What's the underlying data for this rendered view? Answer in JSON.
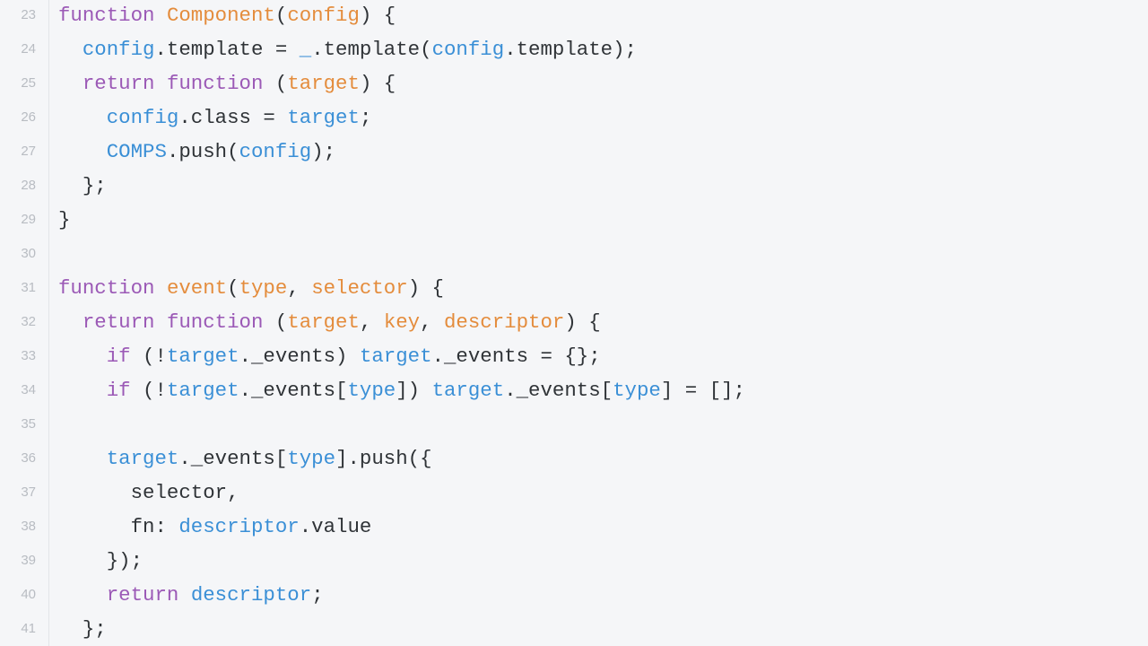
{
  "colors": {
    "background": "#f5f6f8",
    "gutter_border": "#e3e5e8",
    "line_number": "#b8bcc2",
    "keyword": "#9b59b6",
    "function_name_and_params": "#e48c3c",
    "identifier": "#3a8fd6",
    "plain": "#2f3337"
  },
  "editor": {
    "lines": [
      {
        "number": "23",
        "tokens": [
          [
            "kw",
            "function"
          ],
          [
            "pl",
            " "
          ],
          [
            "fn",
            "Component"
          ],
          [
            "pl",
            "("
          ],
          [
            "pa",
            "config"
          ],
          [
            "pl",
            ") {"
          ]
        ]
      },
      {
        "number": "24",
        "tokens": [
          [
            "pl",
            "  "
          ],
          [
            "id",
            "config"
          ],
          [
            "pl",
            ".template = "
          ],
          [
            "id",
            "_"
          ],
          [
            "pl",
            ".template("
          ],
          [
            "id",
            "config"
          ],
          [
            "pl",
            ".template);"
          ]
        ]
      },
      {
        "number": "25",
        "tokens": [
          [
            "pl",
            "  "
          ],
          [
            "kw",
            "return"
          ],
          [
            "pl",
            " "
          ],
          [
            "kw",
            "function"
          ],
          [
            "pl",
            " ("
          ],
          [
            "pa",
            "target"
          ],
          [
            "pl",
            ") {"
          ]
        ]
      },
      {
        "number": "26",
        "tokens": [
          [
            "pl",
            "    "
          ],
          [
            "id",
            "config"
          ],
          [
            "pl",
            ".class = "
          ],
          [
            "id",
            "target"
          ],
          [
            "pl",
            ";"
          ]
        ]
      },
      {
        "number": "27",
        "tokens": [
          [
            "pl",
            "    "
          ],
          [
            "id",
            "COMPS"
          ],
          [
            "pl",
            ".push("
          ],
          [
            "id",
            "config"
          ],
          [
            "pl",
            ");"
          ]
        ]
      },
      {
        "number": "28",
        "tokens": [
          [
            "pl",
            "  };"
          ]
        ]
      },
      {
        "number": "29",
        "tokens": [
          [
            "pl",
            "}"
          ]
        ]
      },
      {
        "number": "30",
        "tokens": []
      },
      {
        "number": "31",
        "tokens": [
          [
            "kw",
            "function"
          ],
          [
            "pl",
            " "
          ],
          [
            "fn",
            "event"
          ],
          [
            "pl",
            "("
          ],
          [
            "pa",
            "type"
          ],
          [
            "pl",
            ", "
          ],
          [
            "pa",
            "selector"
          ],
          [
            "pl",
            ") {"
          ]
        ]
      },
      {
        "number": "32",
        "tokens": [
          [
            "pl",
            "  "
          ],
          [
            "kw",
            "return"
          ],
          [
            "pl",
            " "
          ],
          [
            "kw",
            "function"
          ],
          [
            "pl",
            " ("
          ],
          [
            "pa",
            "target"
          ],
          [
            "pl",
            ", "
          ],
          [
            "pa",
            "key"
          ],
          [
            "pl",
            ", "
          ],
          [
            "pa",
            "descriptor"
          ],
          [
            "pl",
            ") {"
          ]
        ]
      },
      {
        "number": "33",
        "tokens": [
          [
            "pl",
            "    "
          ],
          [
            "kw",
            "if"
          ],
          [
            "pl",
            " (!"
          ],
          [
            "id",
            "target"
          ],
          [
            "pl",
            "._events) "
          ],
          [
            "id",
            "target"
          ],
          [
            "pl",
            "._events = {};"
          ]
        ]
      },
      {
        "number": "34",
        "tokens": [
          [
            "pl",
            "    "
          ],
          [
            "kw",
            "if"
          ],
          [
            "pl",
            " (!"
          ],
          [
            "id",
            "target"
          ],
          [
            "pl",
            "._events["
          ],
          [
            "id",
            "type"
          ],
          [
            "pl",
            "]) "
          ],
          [
            "id",
            "target"
          ],
          [
            "pl",
            "._events["
          ],
          [
            "id",
            "type"
          ],
          [
            "pl",
            "] = [];"
          ]
        ]
      },
      {
        "number": "35",
        "tokens": []
      },
      {
        "number": "36",
        "tokens": [
          [
            "pl",
            "    "
          ],
          [
            "id",
            "target"
          ],
          [
            "pl",
            "._events["
          ],
          [
            "id",
            "type"
          ],
          [
            "pl",
            "].push({"
          ]
        ]
      },
      {
        "number": "37",
        "tokens": [
          [
            "pl",
            "      selector,"
          ]
        ]
      },
      {
        "number": "38",
        "tokens": [
          [
            "pl",
            "      fn: "
          ],
          [
            "id",
            "descriptor"
          ],
          [
            "pl",
            ".value"
          ]
        ]
      },
      {
        "number": "39",
        "tokens": [
          [
            "pl",
            "    });"
          ]
        ]
      },
      {
        "number": "40",
        "tokens": [
          [
            "pl",
            "    "
          ],
          [
            "kw",
            "return"
          ],
          [
            "pl",
            " "
          ],
          [
            "id",
            "descriptor"
          ],
          [
            "pl",
            ";"
          ]
        ]
      },
      {
        "number": "41",
        "tokens": [
          [
            "pl",
            "  };"
          ]
        ]
      }
    ]
  }
}
